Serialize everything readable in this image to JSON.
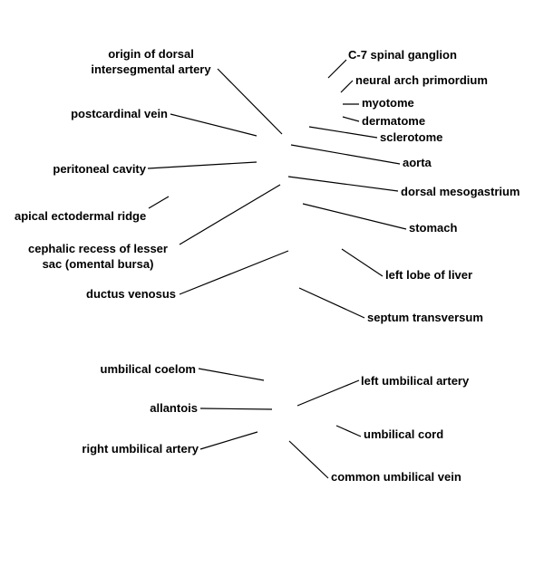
{
  "labels": {
    "origin_dorsal_artery": "origin of dorsal\nintersegmental artery",
    "postcardinal_vein": "postcardinal vein",
    "peritoneal_cavity": "peritoneal cavity",
    "apical_ridge": "apical ectodermal ridge",
    "cephalic_recess": "cephalic recess of lesser\nsac (omental bursa)",
    "ductus_venosus": "ductus venosus",
    "c7_ganglion": "C-7 spinal ganglion",
    "neural_arch": "neural arch primordium",
    "myotome": "myotome",
    "dermatome": "dermatome",
    "sclerotome": "sclerotome",
    "aorta": "aorta",
    "dorsal_mesogastrium": "dorsal mesogastrium",
    "stomach": "stomach",
    "left_lobe_liver": "left lobe of liver",
    "septum_transversum": "septum transversum",
    "umbilical_coelom": "umbilical coelom",
    "allantois": "allantois",
    "right_umbilical_artery": "right umbilical artery",
    "left_umbilical_artery": "left umbilical artery",
    "umbilical_cord": "umbilical cord",
    "common_umbilical_vein": "common umbilical vein"
  }
}
